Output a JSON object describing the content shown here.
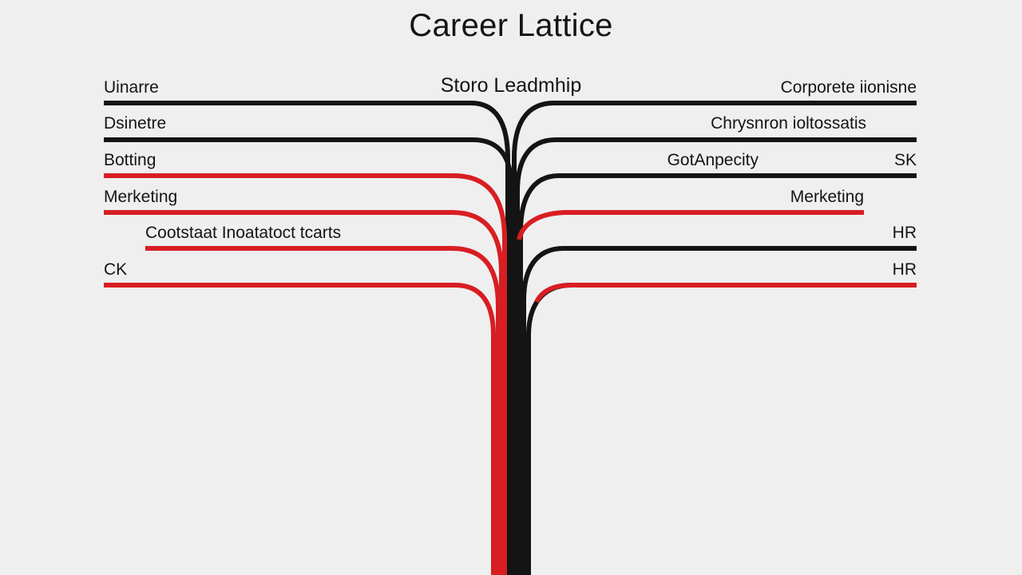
{
  "title": "Career Lattice",
  "trunk_label": "Storo Leadmhip",
  "colors": {
    "background": "#efefef",
    "black_path": "#141414",
    "red_path": "#d81e22",
    "text": "#141414"
  },
  "left_labels": [
    "Uinarre",
    "Dsinetre",
    "Botting",
    "Merketing",
    "Cootstaat Inoatatoct tcarts",
    "CK"
  ],
  "right_labels": [
    "Corporete iionisne",
    "Chrysnron ioltossatis",
    "GotAnpecity",
    "SK",
    "Merketing",
    "HR",
    "HR"
  ],
  "left_paths": [
    {
      "label": "Uinarre",
      "color": "black"
    },
    {
      "label": "Dsinetre",
      "color": "black"
    },
    {
      "label": "Botting",
      "color": "red"
    },
    {
      "label": "Merketing",
      "color": "red"
    },
    {
      "label": "Cootstaat Inoatatoct tcarts",
      "color": "red"
    },
    {
      "label": "CK",
      "color": "red"
    }
  ],
  "right_paths": [
    {
      "label": "Corporete iionisne",
      "color": "black"
    },
    {
      "label": "Chrysnron ioltossatis",
      "color": "black"
    },
    {
      "label": "GotAnpecity / SK",
      "color": "black"
    },
    {
      "label": "Merketing",
      "color": "red"
    },
    {
      "label": "HR",
      "color": "black"
    },
    {
      "label": "HR",
      "color": "red"
    }
  ]
}
